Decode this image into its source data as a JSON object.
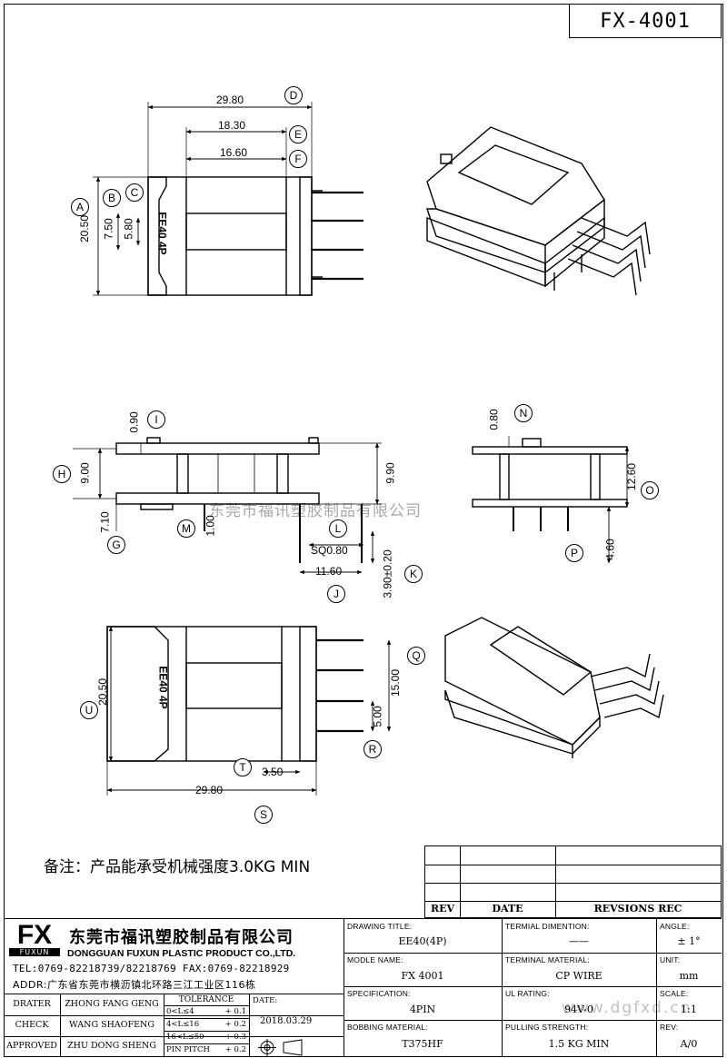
{
  "part_number": "FX-4001",
  "note": "备注：产品能承受机械强度3.0KG MIN",
  "watermark": "东莞市福讯塑胶制品有限公司",
  "url_watermark": "www.dgfxd.cn",
  "dimensions": {
    "top_view": {
      "w1": "29.80",
      "w2": "18.30",
      "w3": "16.60",
      "h1": "20.50",
      "h2": "7.50",
      "h3": "5.80",
      "marking": "EE40 4P"
    },
    "side_view": {
      "a": "0.90",
      "b": "9.00",
      "c": "9.90",
      "d": "7.10",
      "e": "1.00",
      "f": "SQ0.80",
      "g": "11.60",
      "h": "3.90±0.20"
    },
    "end_view": {
      "a": "0.80",
      "b": "12.60",
      "c": "4.60"
    },
    "bottom_view": {
      "a": "20.50",
      "b": "15.00",
      "c": "5.00",
      "d": "3.50",
      "e": "29.80",
      "marking": "EE40 4P"
    }
  },
  "callouts": [
    "A",
    "B",
    "C",
    "D",
    "E",
    "F",
    "H",
    "I",
    "G",
    "M",
    "L",
    "J",
    "K",
    "N",
    "O",
    "P",
    "Q",
    "R",
    "U",
    "T",
    "S"
  ],
  "revision_table": {
    "headers": [
      "REV",
      "DATE",
      "REVSIONS REC"
    ],
    "rows": [
      [
        "",
        "",
        ""
      ],
      [
        "",
        "",
        ""
      ],
      [
        "",
        "",
        ""
      ]
    ]
  },
  "company": {
    "logo": "FX",
    "logo_sub": "FUXUN",
    "name_cn": "东莞市福讯塑胶制品有限公司",
    "name_en": "DONGGUAN FUXUN PLASTIC PRODUCT CO.,LTD.",
    "tel": "TEL:0769-82218739/82218769 FAX:0769-82218929",
    "addr": "ADDR:广东省东莞市横沥镇北环路三江工业区116栋"
  },
  "signoff": [
    {
      "role": "DRATER",
      "name": "ZHONG FANG GENG"
    },
    {
      "role": "CHECK",
      "name": "WANG SHAOFENG"
    },
    {
      "role": "APPROVED",
      "name": "ZHU DONG SHENG"
    }
  ],
  "tolerance": {
    "title": "TOLERANCE",
    "rows": [
      [
        "0<L≤4",
        "+ 0.1"
      ],
      [
        "4<L≤16",
        "+ 0.2"
      ],
      [
        "16<L≤50",
        "+ 0.3"
      ],
      [
        "PIN PITCH",
        "+ 0.2"
      ]
    ]
  },
  "date": {
    "label": "DATE:",
    "value": "2018.03.29"
  },
  "fields": {
    "drawing_title": {
      "label": "DRAWING TITLE:",
      "value": "EE40(4P)"
    },
    "terminal_dimention": {
      "label": "TERMIAL DIMENTION:",
      "value": "——"
    },
    "angle": {
      "label": "ANGLE:",
      "value": "± 1°"
    },
    "model_name": {
      "label": "MODLE NAME:",
      "value": "FX 4001"
    },
    "terminal_material": {
      "label": "TERMINAL MATERIAL:",
      "value": "CP WIRE"
    },
    "unit": {
      "label": "UNIT:",
      "value": "mm"
    },
    "specification": {
      "label": "SPECIFICATION:",
      "value": "4PIN"
    },
    "ul_rating": {
      "label": "UL RATING:",
      "value": "94V-0"
    },
    "scale": {
      "label": "SCALE:",
      "value": "1:1"
    },
    "bobbin_material": {
      "label": "BOBBING MATERIAL:",
      "value": "T375HF"
    },
    "pulling_strength": {
      "label": "PULLING STRENGTH:",
      "value": "1.5 KG MIN"
    },
    "rev": {
      "label": "REV:",
      "value": "A/0"
    }
  }
}
